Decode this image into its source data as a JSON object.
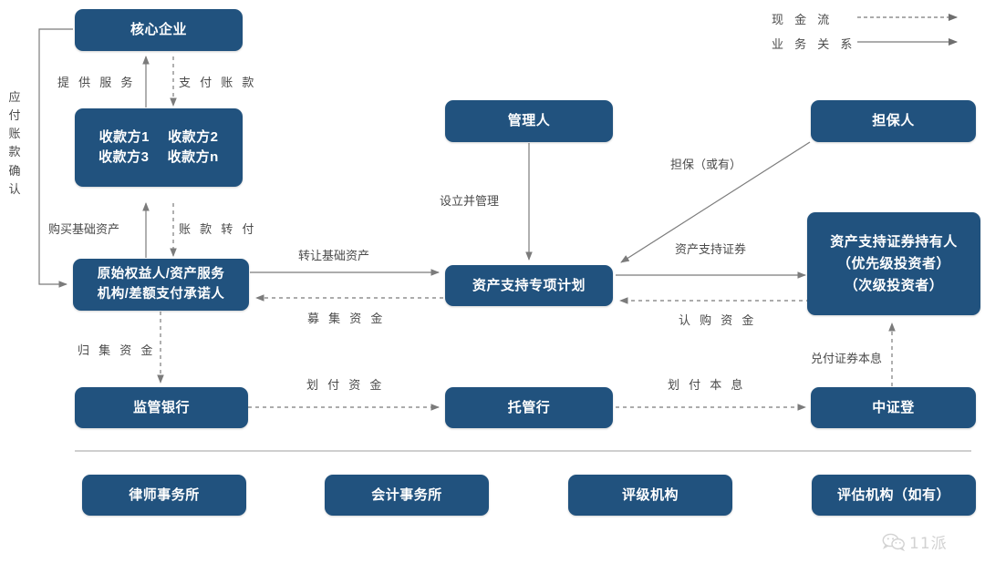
{
  "theme": {
    "node_fill": "#21527E",
    "node_text": "#FFFFFF",
    "line_color": "#7B7B7B",
    "label_text": "#4A4A4A",
    "background": "#FFFFFF",
    "divider": "#BFBFBF",
    "watermark": "#D2D2D2"
  },
  "legend": {
    "items": [
      {
        "label": "现 金 流",
        "style": "dashed"
      },
      {
        "label": "业 务 关 系",
        "style": "solid"
      }
    ]
  },
  "nodes": {
    "core_enterprise": {
      "lines": [
        "核心企业"
      ]
    },
    "payees": {
      "lines": [
        "收款方1　 收款方2",
        "收款方3　 收款方n"
      ]
    },
    "originator": {
      "lines": [
        "原始权益人/资产服务",
        "机构/差额支付承诺人"
      ]
    },
    "manager": {
      "lines": [
        "管理人"
      ]
    },
    "guarantor": {
      "lines": [
        "担保人"
      ]
    },
    "abs_plan": {
      "lines": [
        "资产支持专项计划"
      ]
    },
    "abs_holders": {
      "lines": [
        "资产支持证券持有人",
        "（优先级投资者）",
        "（次级投资者）"
      ]
    },
    "supervision_bank": {
      "lines": [
        "监管银行"
      ]
    },
    "custodian_bank": {
      "lines": [
        "托管行"
      ]
    },
    "csdc": {
      "lines": [
        "中证登"
      ]
    }
  },
  "service_nodes": [
    {
      "label": "律师事务所"
    },
    {
      "label": "会计事务所"
    },
    {
      "label": "评级机构"
    },
    {
      "label": "评估机构（如有）"
    }
  ],
  "edge_labels": {
    "provide_service": "提 供 服 务",
    "pay_account": "支 付 账 款",
    "payable_confirm": "应付账款确认",
    "buy_base_asset": "购买基础资产",
    "account_transfer": "账 款 转 付",
    "transfer_base_asset": "转让基础资产",
    "raise_funds": "募 集 资 金",
    "establish_manage": "设立并管理",
    "guarantee_optional": "担保（或有）",
    "abs_securities": "资产支持证券",
    "subscription_funds": "认 购 资 金",
    "collect_funds": "归 集 资 金",
    "transfer_funds": "划 付 资 金",
    "transfer_principal_interest": "划 付 本 息",
    "redeem_principal_interest": "兑付证券本息"
  },
  "watermark": {
    "text": "11派",
    "icon": "wechat-icon"
  }
}
